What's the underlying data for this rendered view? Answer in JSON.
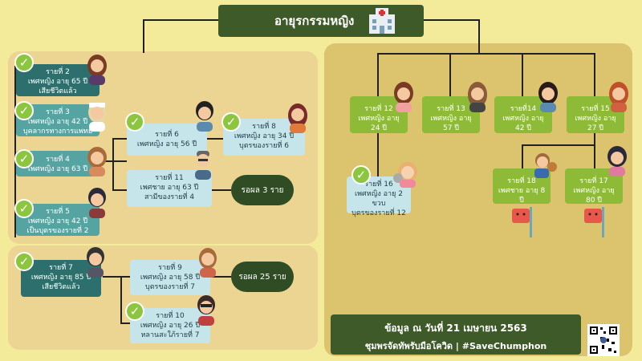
{
  "title": "อายุรกรรมหญิง",
  "left_group_a": [
    {
      "line1": "รายที่ 2",
      "line2": "เพศหญิง อายุ 65 ปี",
      "line3": "เสียชีวิตแล้ว"
    },
    {
      "line1": "รายที่ 3",
      "line2": "เพศหญิง อายุ 42 ปี",
      "line3": "บุคลากรทางการแพทย์"
    },
    {
      "line1": "รายที่ 4",
      "line2": "เพศหญิง อายุ 63 ปี"
    },
    {
      "line1": "รายที่ 5",
      "line2": "เพศหญิง อายุ 42 ปี",
      "line3": "เป็นบุตรของรายที่ 2"
    }
  ],
  "case6": {
    "line1": "รายที่ 6",
    "line2": "เพศหญิง อายุ 56 ปี"
  },
  "case8": {
    "line1": "รายที่ 8",
    "line2": "เพศหญิง อายุ 34 ปี",
    "line3": "บุตรของรายที่ 6"
  },
  "case11": {
    "line1": "รายที่ 11",
    "line2": "เพศชาย อายุ 63 ปี",
    "line3": "สามีของรายที่ 4"
  },
  "waiting_a": "รอผล 3 ราย",
  "case7": {
    "line1": "รายที่ 7",
    "line2": "เพศหญิง อายุ 85 ปี",
    "line3": "เสียชีวิตแล้ว"
  },
  "case9": {
    "line1": "รายที่ 9",
    "line2": "เพศหญิง อายุ 58 ปี",
    "line3": "บุตรของรายที่ 7"
  },
  "case10": {
    "line1": "รายที่ 10",
    "line2": "เพศหญิง อายุ 26 ปี",
    "line3": "หลานสะใภ้รายที่ 7"
  },
  "waiting_b": "รอผล 25 ราย",
  "right_top": [
    {
      "line1": "รายที่ 12",
      "line2": "เพศหญิง อายุ 24 ปี"
    },
    {
      "line1": "รายที่ 13",
      "line2": "เพศหญิง อายุ 57 ปี"
    },
    {
      "line1": "รายที่14",
      "line2": "เพศหญิง อายุ 42 ปี"
    },
    {
      "line1": "รายที่ 15",
      "line2": "เพศหญิง อายุ 27 ปี"
    }
  ],
  "case16": {
    "line1": "รายที่ 16",
    "line2": "เพศหญิง อายุ 2 ขวบ",
    "line3": "บุตรของรายที่ 12"
  },
  "case18": {
    "line1": "รายที่ 18",
    "line2": "เพศชาย อายุ 8 ปี"
  },
  "case17": {
    "line1": "รายที่ 17",
    "line2": "เพศหญิง อายุ 80 ปี"
  },
  "footer": {
    "date": "ข้อมูล ณ วันที่ 21 เมษายน 2563",
    "tagline": "ชุมพรจัดทัพรับมือโควิด  |  #SaveChumphon"
  },
  "colors": {
    "bg": "#f3ea9a",
    "dark_green": "#3d5a28",
    "teal_dark": "#2d6f6d",
    "teal": "#56a4a2",
    "light_blue": "#c5e5ea",
    "lime": "#8dbb37",
    "check": "#8cc63f"
  },
  "icons": [
    "hospital-icon",
    "check-icon",
    "avatar-icon",
    "flag-icon",
    "hospital-logo-icon",
    "qr-code-icon"
  ]
}
